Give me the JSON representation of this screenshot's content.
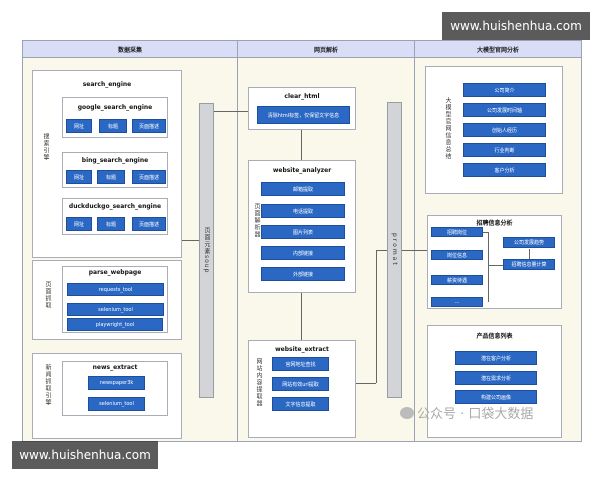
{
  "columns": [
    "数据采集",
    "网页解析",
    "大模型官网分析"
  ],
  "search_engine": {
    "title": "search_engine",
    "side_label": "搜索引擎",
    "engines": [
      {
        "name": "google_search_engine",
        "fields": [
          "网址",
          "标题",
          "页面描述"
        ]
      },
      {
        "name": "bing_search_engine",
        "fields": [
          "网址",
          "标题",
          "页面描述"
        ]
      },
      {
        "name": "duckduckgo_search_engine",
        "fields": [
          "网址",
          "标题",
          "页面描述"
        ]
      }
    ]
  },
  "parse_webpage": {
    "title": "parse_webpage",
    "side_label": "页面抓取",
    "tools": [
      "requests_tool",
      "selenium_tool",
      "playwright_tool"
    ]
  },
  "news_extract": {
    "title": "news_extract",
    "side_label": "新闻抓取引擎",
    "tools": [
      "newspaper3k",
      "selenium_tool"
    ]
  },
  "soup_bar": "页面元素soup",
  "clear_html": {
    "title": "clear_html",
    "action": "清除html标签，仅保留文字信息"
  },
  "website_analyzer": {
    "title": "website_analyzer",
    "side_label": "页面解析器",
    "items": [
      "邮箱提取",
      "电话提取",
      "图片列表",
      "内部链接",
      "外部链接"
    ]
  },
  "website_extract": {
    "title": "website_extract",
    "side_label": "网站内容提取器",
    "items": [
      "官网地址查找",
      "网站有效url提取",
      "文字信息提取"
    ]
  },
  "prompt_bar": "promat",
  "summary": {
    "side_label": "大模型官网信息总结",
    "items": [
      "公司简介",
      "公司发展时间轴",
      "创始人经历",
      "行业判断",
      "客户分析"
    ]
  },
  "recruit": {
    "title": "招聘信息分析",
    "inputs": [
      "招聘岗位",
      "岗位信息",
      "薪资待遇",
      "..."
    ],
    "calc": "招聘信息量计算",
    "trend": "公司发展趋势"
  },
  "product": {
    "title": "产品信息列表",
    "items": [
      "潜在客户分析",
      "潜在需求分析",
      "构建公司画像"
    ]
  },
  "watermarks": {
    "top": "www.huishenhua.com",
    "bottom": "www.huishenhua.com",
    "wechat": "公众号 · 口袋大数据"
  }
}
